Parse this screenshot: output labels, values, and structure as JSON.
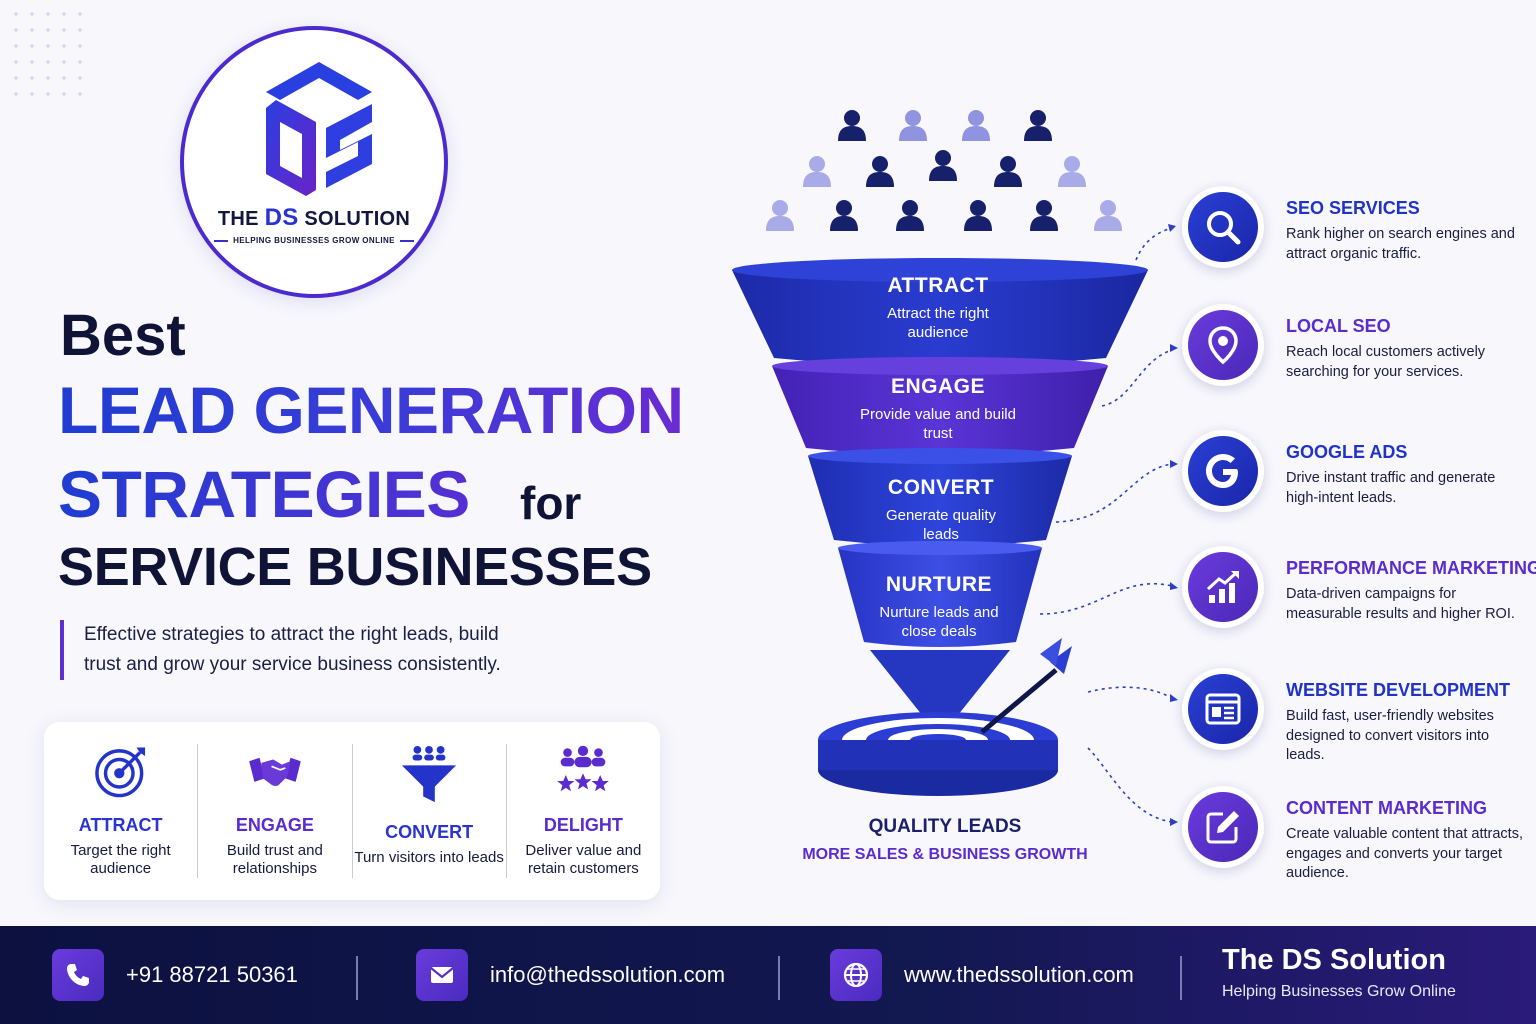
{
  "logo": {
    "brand_prefix": "THE ",
    "brand_ds": "DS",
    "brand_suffix": " SOLUTION",
    "tagline": "HELPING BUSINESSES GROW ONLINE"
  },
  "headline": {
    "line1": "Best",
    "line2": "LEAD GENERATION",
    "line3": "STRATEGIES",
    "line3_suffix": "for",
    "line4": "SERVICE BUSINESSES"
  },
  "subtext": "Effective strategies to attract the right leads, build trust and grow your service business consistently.",
  "pillars": [
    {
      "icon": "target-icon",
      "title": "ATTRACT",
      "desc": "Target the right audience"
    },
    {
      "icon": "handshake-icon",
      "title": "ENGAGE",
      "desc": "Build trust and relationships"
    },
    {
      "icon": "funnel-icon",
      "title": "CONVERT",
      "desc": "Turn visitors into leads"
    },
    {
      "icon": "team-stars-icon",
      "title": "DELIGHT",
      "desc": "Deliver value and retain customers"
    }
  ],
  "funnel": [
    {
      "title": "ATTRACT",
      "desc": "Attract the right audience"
    },
    {
      "title": "ENGAGE",
      "desc": "Provide value and build trust"
    },
    {
      "title": "CONVERT",
      "desc": "Generate quality leads"
    },
    {
      "title": "NURTURE",
      "desc": "Nurture leads and close deals"
    }
  ],
  "result": {
    "title": "QUALITY LEADS",
    "subtitle": "MORE SALES & BUSINESS GROWTH"
  },
  "services": [
    {
      "icon": "search-icon",
      "title": "SEO SERVICES",
      "desc": "Rank higher on search engines and attract organic traffic."
    },
    {
      "icon": "location-pin-icon",
      "title": "LOCAL SEO",
      "desc": "Reach local customers actively searching for your services."
    },
    {
      "icon": "google-icon",
      "title": "GOOGLE ADS",
      "desc": "Drive instant traffic and generate high-intent leads."
    },
    {
      "icon": "growth-chart-icon",
      "title": "PERFORMANCE MARKETING",
      "desc": "Data-driven campaigns for measurable results and higher ROI."
    },
    {
      "icon": "browser-window-icon",
      "title": "WEBSITE DEVELOPMENT",
      "desc": "Build fast, user-friendly websites designed to convert visitors into leads."
    },
    {
      "icon": "edit-icon",
      "title": "CONTENT MARKETING",
      "desc": "Create valuable content that attracts, engages and converts your target audience."
    }
  ],
  "footer": {
    "phone": "+91 88721 50361",
    "email": "info@thedssolution.com",
    "website": "www.thedssolution.com",
    "brand": "The DS Solution",
    "tagline": "Helping Businesses Grow Online"
  },
  "colors": {
    "primary_blue": "#1f3dd1",
    "accent_purple": "#5a2bcf",
    "navy": "#0f1437"
  }
}
